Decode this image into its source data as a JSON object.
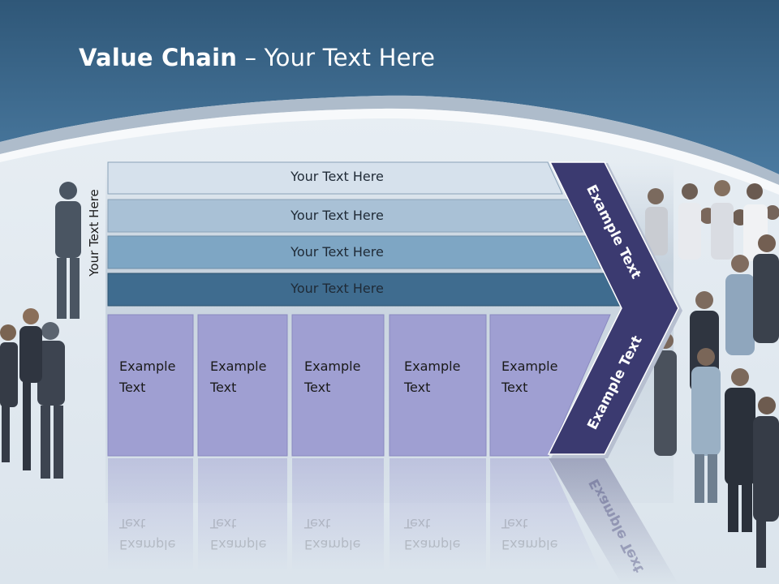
{
  "title": {
    "bold": "Value Chain",
    "rest": " – Your Text Here"
  },
  "side_label": "Your Text Here",
  "bars": [
    {
      "label": "Your Text Here",
      "color": "#d6e1ec"
    },
    {
      "label": "Your Text Here",
      "color": "#a9c1d6"
    },
    {
      "label": "Your Text Here",
      "color": "#7ea6c4"
    },
    {
      "label": "Your Text Here",
      "color": "#3f6c8f"
    }
  ],
  "boxes": [
    {
      "label": "Example\nText"
    },
    {
      "label": "Example\nText"
    },
    {
      "label": "Example\nText"
    },
    {
      "label": "Example\nText"
    },
    {
      "label": "Example\nText"
    }
  ],
  "chevron_top": "Example Text",
  "chevron_bottom": "Example Text",
  "chevron_reflection": "Example Text",
  "colors": {
    "header": "#3d6b8f",
    "box": "#9f9fd2",
    "chevron": "#3b3a70"
  }
}
